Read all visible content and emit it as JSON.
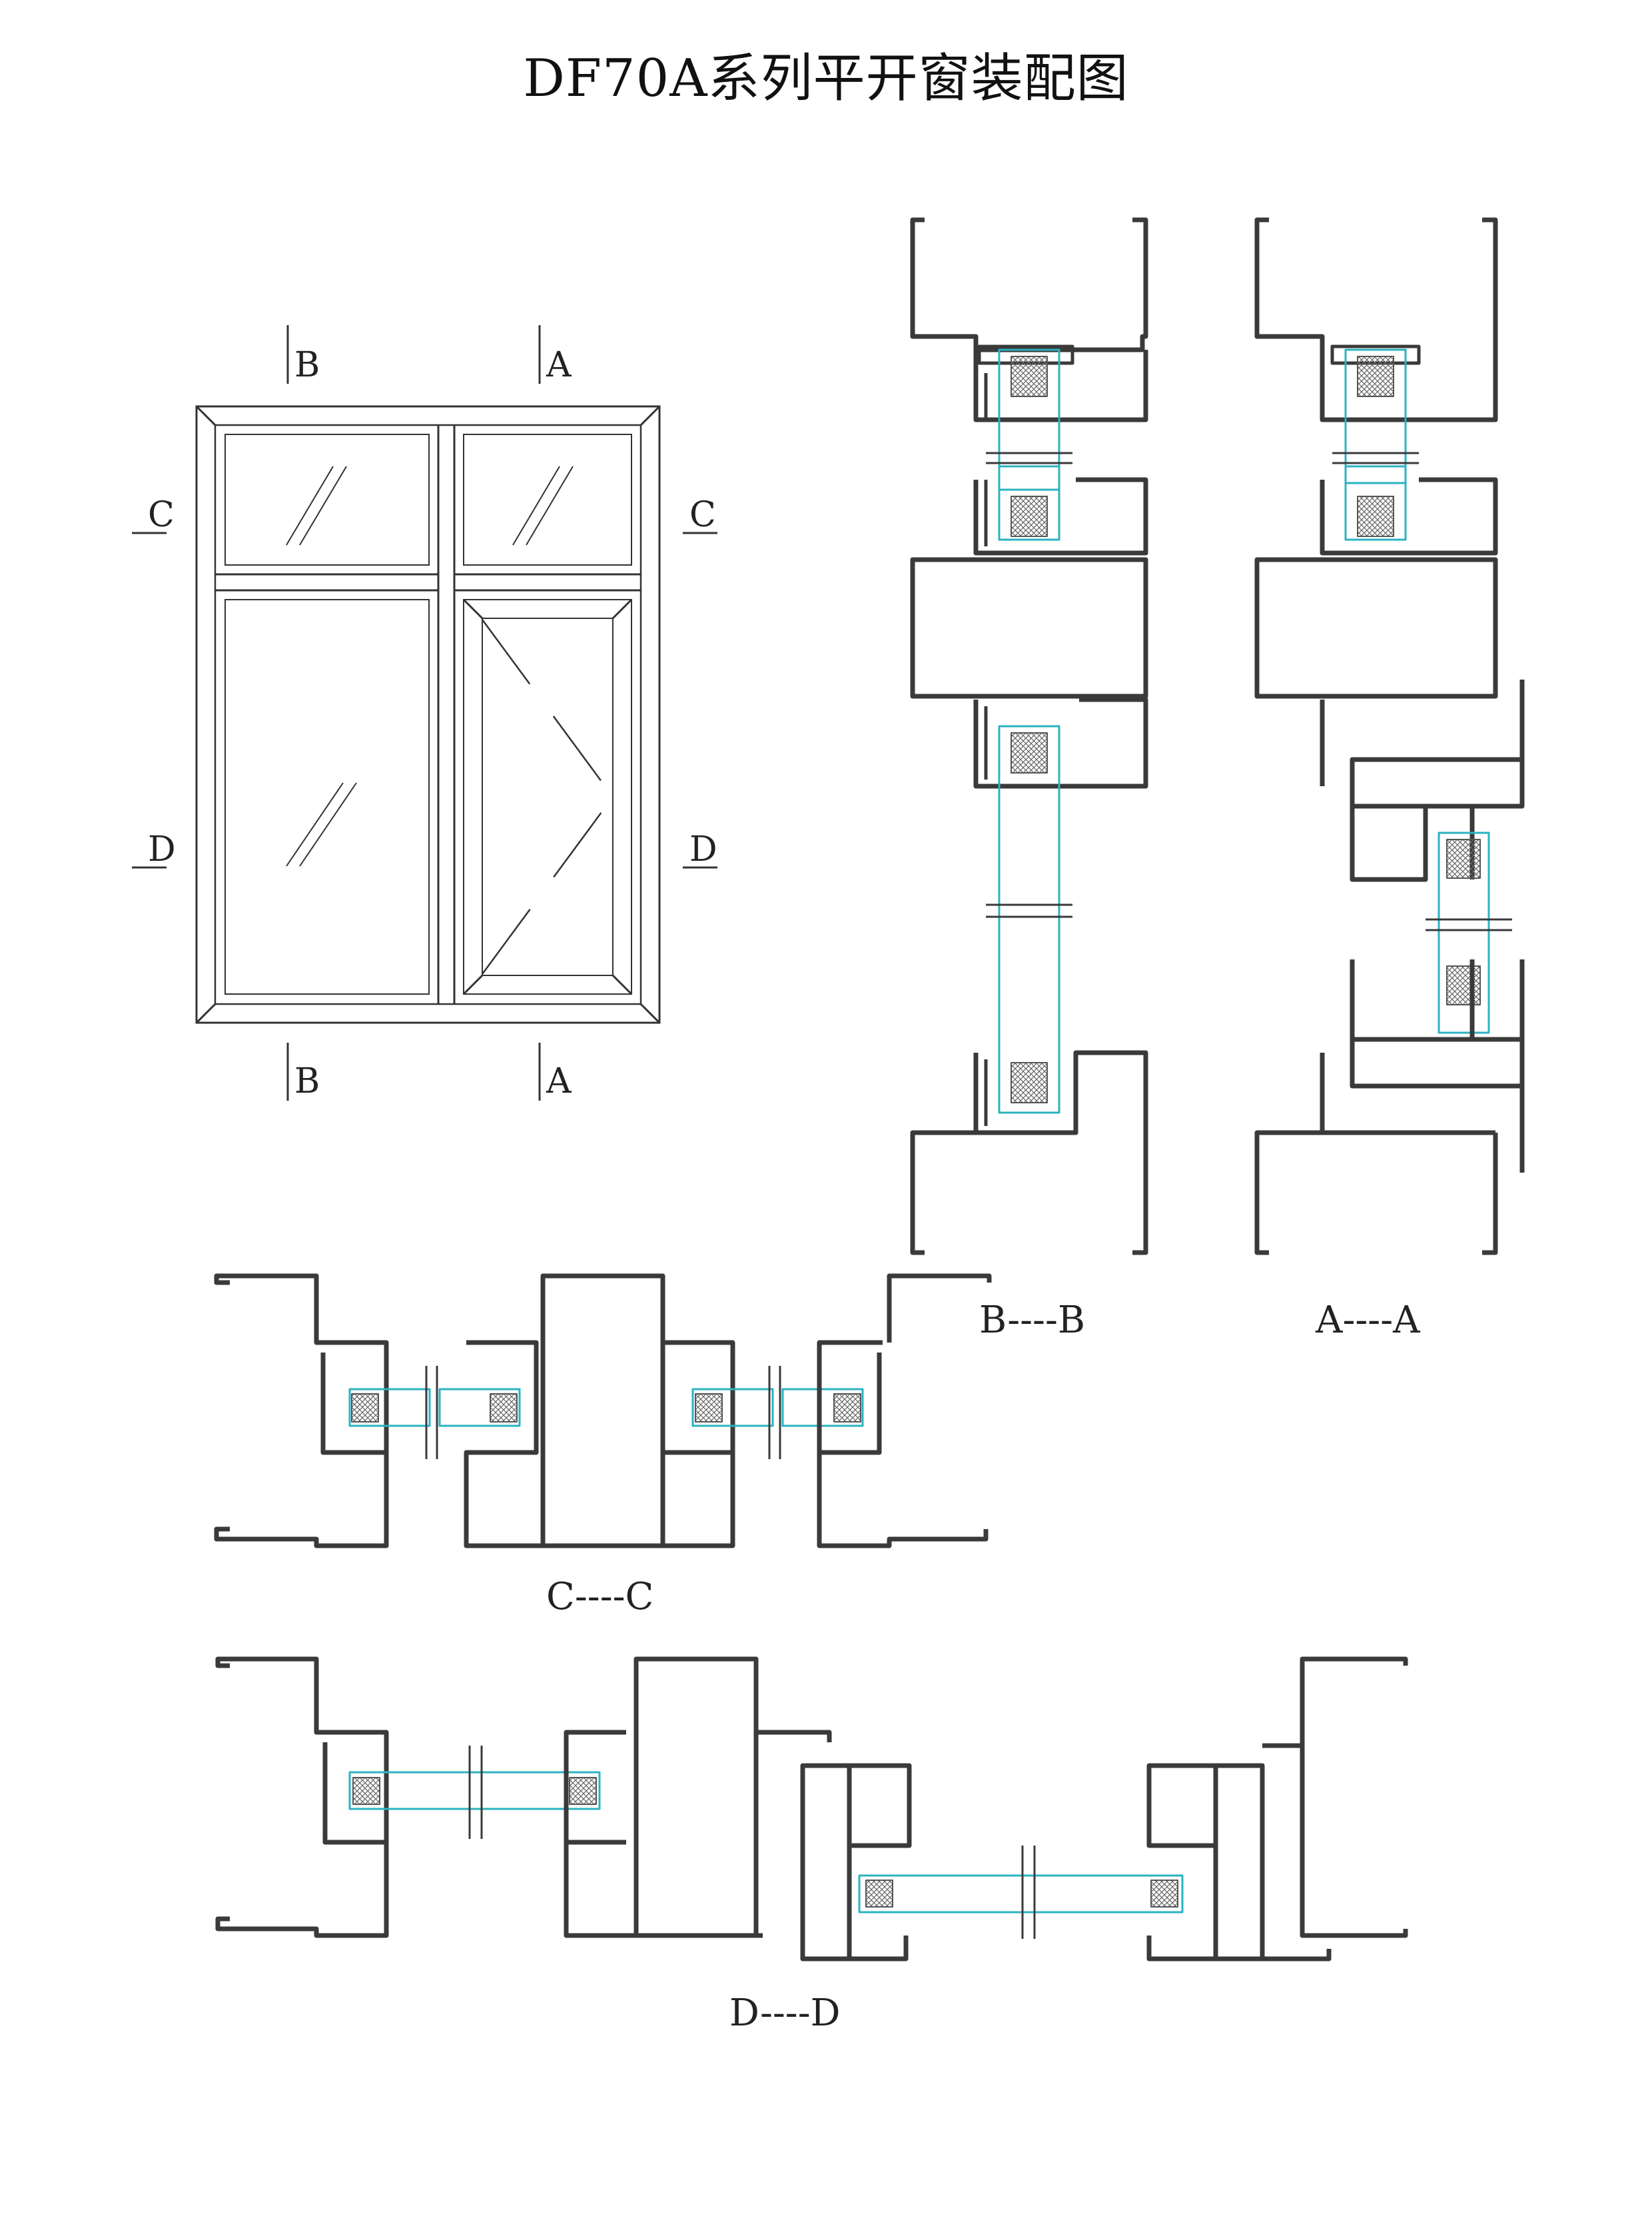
{
  "title": "DF70A系列平开窗装配图",
  "elevation": {
    "markers": {
      "b_top": "B",
      "a_top": "A",
      "b_bottom": "B",
      "a_bottom": "A",
      "c_left": "C",
      "c_right": "C",
      "d_left": "D",
      "d_right": "D"
    }
  },
  "sections": {
    "bb": "B----B",
    "aa": "A----A",
    "cc": "C----C",
    "dd": "D----D"
  },
  "colors": {
    "profile": "#3a3a3a",
    "glass": "#2bb3c0",
    "gasket": "#555555"
  }
}
